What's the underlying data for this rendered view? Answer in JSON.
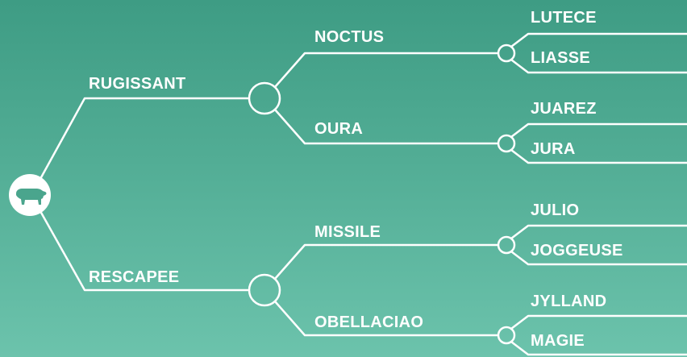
{
  "root": {
    "icon": "bull-silhouette-icon"
  },
  "colors": {
    "line": "#ffffff",
    "background_top": "#3e9c84",
    "background_bottom": "#6cc3ac"
  },
  "tree": {
    "level1": [
      {
        "name": "RUGISSANT",
        "children": [
          {
            "name": "NOCTUS",
            "children": [
              "LUTECE",
              "LIASSE"
            ]
          },
          {
            "name": "OURA",
            "children": [
              "JUAREZ",
              "JURA"
            ]
          }
        ]
      },
      {
        "name": "RESCAPEE",
        "children": [
          {
            "name": "MISSILE",
            "children": [
              "JULIO",
              "JOGGEUSE"
            ]
          },
          {
            "name": "OBELLACIAO",
            "children": [
              "JYLLAND",
              "MAGIE"
            ]
          }
        ]
      }
    ]
  }
}
